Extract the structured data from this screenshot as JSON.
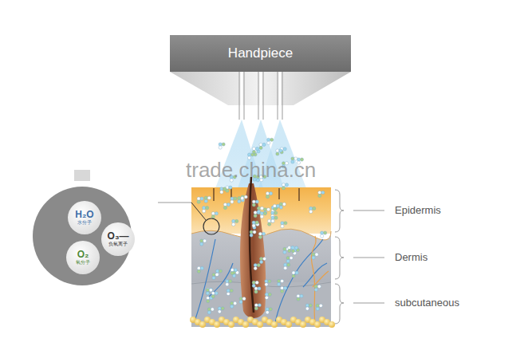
{
  "diagram": {
    "nodes": [
      {
        "text": [
          "Handpiece"
        ]
      },
      {
        "text": [
          "H₂O",
          "水分子"
        ]
      },
      {
        "text": [
          "O₃—",
          "负氧离子"
        ]
      },
      {
        "text": [
          "O₂",
          "氧分子"
        ]
      }
    ],
    "labels": [
      "trade.china.cn",
      "Epidermis",
      "Dermis",
      "subcutaneous"
    ]
  }
}
